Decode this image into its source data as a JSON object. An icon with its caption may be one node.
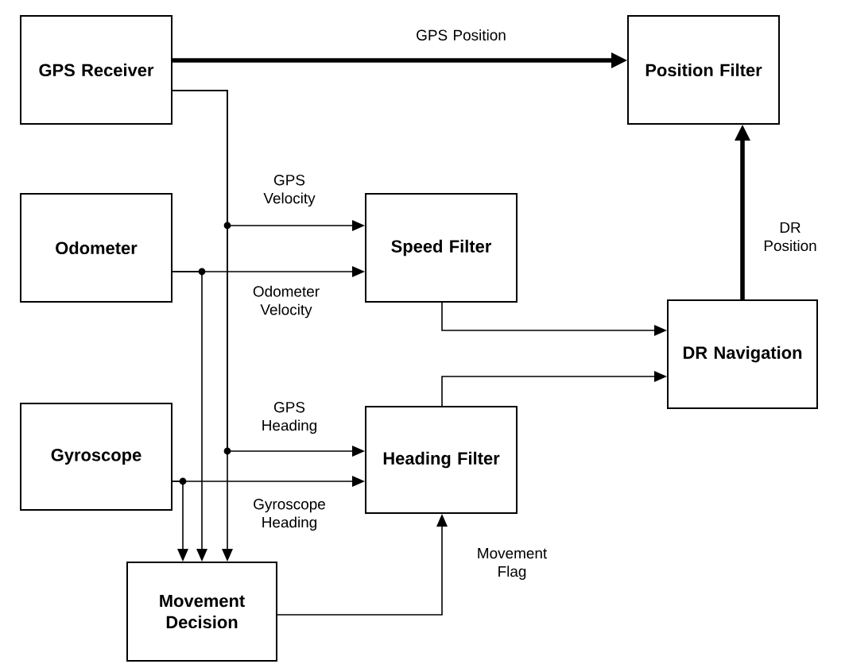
{
  "diagram": {
    "nodes": [
      {
        "text": [
          "GPS Receiver"
        ]
      },
      {
        "text": [
          "Position Filter"
        ]
      },
      {
        "text": [
          "Odometer"
        ]
      },
      {
        "text": [
          "Speed Filter"
        ]
      },
      {
        "text": [
          "DR Navigation"
        ]
      },
      {
        "text": [
          "Gyroscope"
        ]
      },
      {
        "text": [
          "Heading Filter"
        ]
      },
      {
        "text": [
          "Movement Decision"
        ]
      }
    ],
    "edges": [
      {
        "from": 0,
        "to": 1,
        "arrow": "to",
        "style": "thick",
        "label": "GPS Position"
      },
      {
        "from": 0,
        "to": 3,
        "arrow": "to",
        "label": "GPS Velocity"
      },
      {
        "from": 2,
        "to": 3,
        "arrow": "to",
        "label": "Odometer Velocity"
      },
      {
        "from": 3,
        "to": 4,
        "arrow": "to"
      },
      {
        "from": 4,
        "to": 1,
        "arrow": "to",
        "style": "thick",
        "label": "DR Position"
      },
      {
        "from": 0,
        "to": 6,
        "arrow": "to",
        "label": "GPS Heading"
      },
      {
        "from": 5,
        "to": 6,
        "arrow": "to",
        "label": "Gyroscope Heading"
      },
      {
        "from": 6,
        "to": 4,
        "arrow": "to"
      },
      {
        "from": 0,
        "to": 7,
        "arrow": "to"
      },
      {
        "from": 2,
        "to": 7,
        "arrow": "to"
      },
      {
        "from": 5,
        "to": 7,
        "arrow": "to"
      },
      {
        "from": 7,
        "to": 6,
        "arrow": "to",
        "label": "Movement Flag"
      }
    ]
  }
}
